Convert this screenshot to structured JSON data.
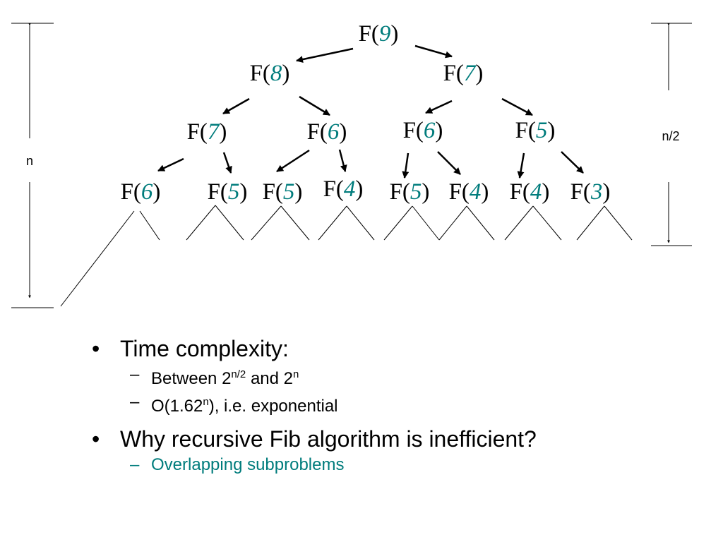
{
  "tree": {
    "levels": [
      {
        "nodes": [
          {
            "name": "F",
            "arg": "9"
          }
        ]
      },
      {
        "nodes": [
          {
            "name": "F",
            "arg": "8"
          },
          {
            "name": "F",
            "arg": "7"
          }
        ]
      },
      {
        "nodes": [
          {
            "name": "F",
            "arg": "7"
          },
          {
            "name": "F",
            "arg": "6"
          },
          {
            "name": "F",
            "arg": "6"
          },
          {
            "name": "F",
            "arg": "5"
          }
        ]
      },
      {
        "nodes": [
          {
            "name": "F",
            "arg": "6"
          },
          {
            "name": "F",
            "arg": "5"
          },
          {
            "name": "F",
            "arg": "5"
          },
          {
            "name": "F",
            "arg": "4"
          },
          {
            "name": "F",
            "arg": "5"
          },
          {
            "name": "F",
            "arg": "4"
          },
          {
            "name": "F",
            "arg": "4"
          },
          {
            "name": "F",
            "arg": "3"
          }
        ]
      }
    ]
  },
  "dimensions": {
    "left_label": "n",
    "right_label": "n/2"
  },
  "bullets": {
    "b1": {
      "marker": "•",
      "text": "Time complexity:"
    },
    "b1_sub1": {
      "marker": "–",
      "prefix": "Between 2",
      "sup1": "n/2",
      "middle": " and 2",
      "sup2": "n"
    },
    "b1_sub2": {
      "marker": "–",
      "prefix": "O(1.62",
      "sup": "n",
      "suffix": "), i.e. exponential"
    },
    "b2": {
      "marker": "•",
      "text": "Why recursive Fib algorithm is inefficient?"
    },
    "b2_sub1": {
      "marker": "–",
      "text": "Overlapping subproblems"
    }
  },
  "colors": {
    "accent": "#007c7c",
    "text": "#000000",
    "background": "#ffffff"
  }
}
